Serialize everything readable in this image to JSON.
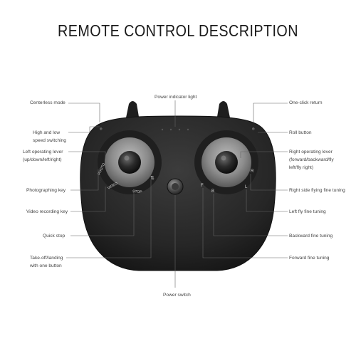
{
  "title": "REMOTE CONTROL DESCRIPTION",
  "left_labels": [
    {
      "id": "centerless",
      "text": "Centerless mode"
    },
    {
      "id": "speed",
      "lines": [
        "High and low",
        "speed switching"
      ]
    },
    {
      "id": "left-lever",
      "lines": [
        "Left operating lever",
        "(up/down/left/right)"
      ]
    },
    {
      "id": "photo-key",
      "text": "Photographing key"
    },
    {
      "id": "video-key",
      "text": "Video recording key"
    },
    {
      "id": "quick-stop",
      "text": "Quick stop"
    },
    {
      "id": "takeoff",
      "lines": [
        "Take-off/landing",
        "with one button"
      ]
    }
  ],
  "center_labels": {
    "power_indicator": "Power indicator light",
    "power_switch": "Power switch"
  },
  "right_labels": [
    {
      "id": "return",
      "text": "One-click return"
    },
    {
      "id": "roll",
      "text": "Roll button"
    },
    {
      "id": "right-lever",
      "lines": [
        "Right operating lever",
        "(forward/backward/fly",
        "left/fly right)"
      ]
    },
    {
      "id": "right-tune",
      "text": "Right side flying fine tuning"
    },
    {
      "id": "left-tune",
      "text": "Left fly fine tuning"
    },
    {
      "id": "back-tune",
      "text": "Backward fine tuning"
    },
    {
      "id": "fwd-tune",
      "text": "Forward fine tuning"
    }
  ],
  "buttons": {
    "photo": "PHOTO",
    "video": "VIDEO",
    "stop": "STOP"
  },
  "colors": {
    "body": "#2b2b2b",
    "leader": "#555555"
  }
}
